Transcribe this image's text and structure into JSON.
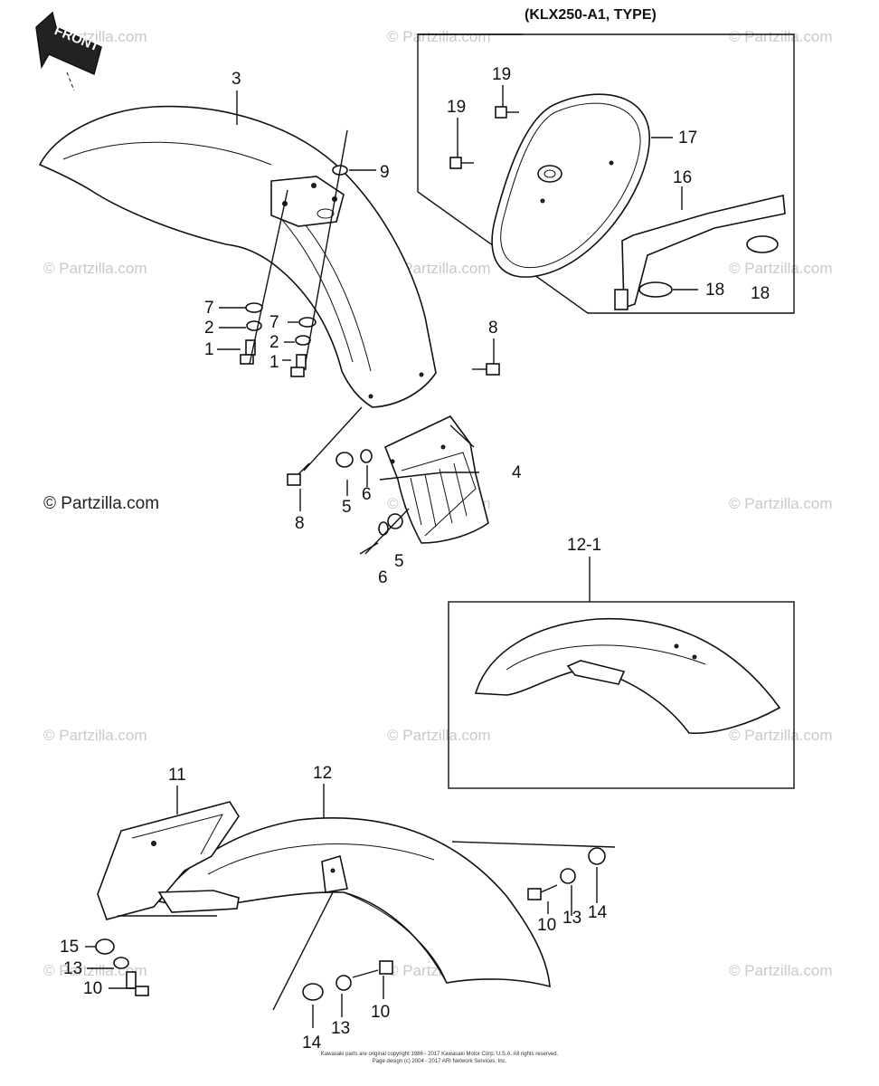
{
  "watermarks": {
    "brand": "© Partzilla.com",
    "primary": "© Partzilla.com"
  },
  "front_arrow": {
    "label": "FRONT"
  },
  "inset_top": {
    "title": "(KLX250-A1, TYPE)"
  },
  "inset_mid": {
    "title": "12-1"
  },
  "callouts": [
    {
      "label": "3"
    },
    {
      "label": "9"
    },
    {
      "label": "7"
    },
    {
      "label": "2"
    },
    {
      "label": "1"
    },
    {
      "label": "7"
    },
    {
      "label": "2"
    },
    {
      "label": "1"
    },
    {
      "label": "8"
    },
    {
      "label": "4"
    },
    {
      "label": "5"
    },
    {
      "label": "6"
    },
    {
      "label": "8"
    },
    {
      "label": "6"
    },
    {
      "label": "5"
    },
    {
      "label": "19"
    },
    {
      "label": "19"
    },
    {
      "label": "17"
    },
    {
      "label": "16"
    },
    {
      "label": "18"
    },
    {
      "label": "18"
    },
    {
      "label": "11"
    },
    {
      "label": "12"
    },
    {
      "label": "15"
    },
    {
      "label": "13"
    },
    {
      "label": "10"
    },
    {
      "label": "14"
    },
    {
      "label": "13"
    },
    {
      "label": "10"
    },
    {
      "label": "10"
    },
    {
      "label": "13"
    },
    {
      "label": "14"
    }
  ],
  "copyright": {
    "line1": "Kawasaki parts are original copyright 1986 - 2017 Kawasaki Motor Corp. U.S.A. All rights reserved.",
    "line2": "Page design (c) 2004 - 2017 ARI Network Services, Inc."
  }
}
